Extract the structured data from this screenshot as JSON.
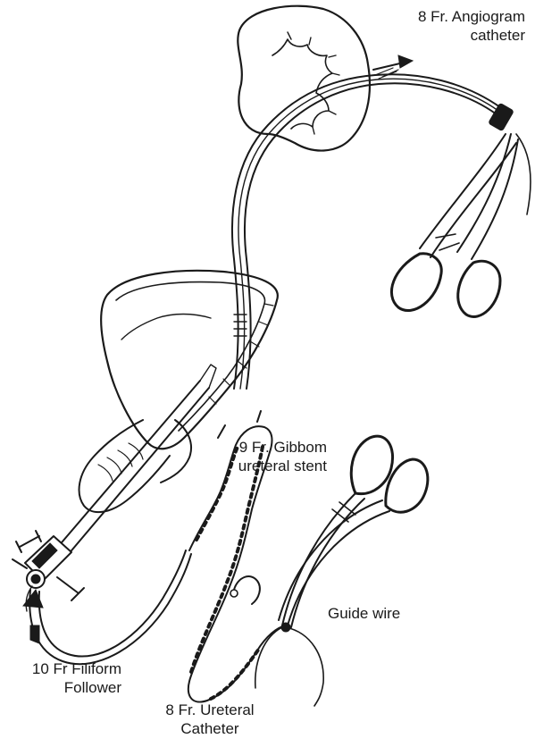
{
  "labels": {
    "angiogram": [
      "8 Fr. Angiogram",
      "catheter"
    ],
    "gibbon": [
      "9 Fr. Gibbom",
      "ureteral stent"
    ],
    "guide_wire": "Guide wire",
    "filiform": [
      "10 Fr Filiform",
      "Follower"
    ],
    "ureteral": [
      "8 Fr. Ureteral",
      "Catheter"
    ]
  },
  "colors": {
    "ink": "#1a1a1a",
    "background": "#ffffff"
  }
}
